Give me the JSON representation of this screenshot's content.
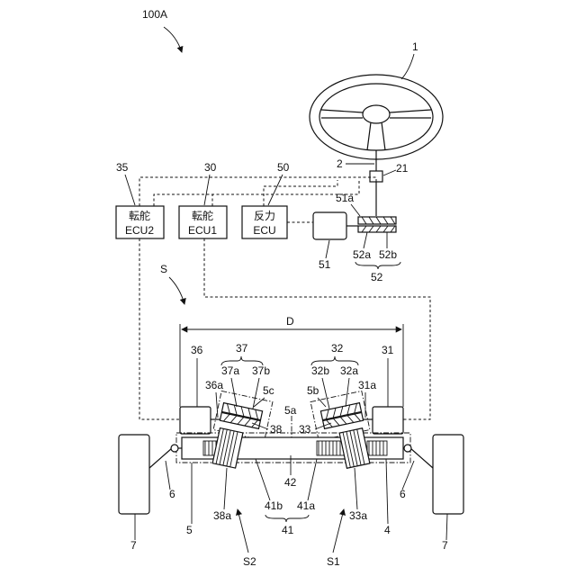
{
  "figure": {
    "title": "100A",
    "labels": {
      "l1": "1",
      "l2": "2",
      "l21": "21",
      "l35": "35",
      "l30": "30",
      "l50": "50",
      "l51a": "51a",
      "l51": "51",
      "l52a": "52a",
      "l52b": "52b",
      "l52": "52",
      "lS": "S",
      "lD": "D",
      "l36": "36",
      "l37": "37",
      "l37a": "37a",
      "l37b": "37b",
      "l36a": "36a",
      "l5c": "5c",
      "l32": "32",
      "l31": "31",
      "l32b": "32b",
      "l32a": "32a",
      "l5b": "5b",
      "l31a": "31a",
      "l5a": "5a",
      "l38": "38",
      "l33": "33",
      "l42": "42",
      "l41b": "41b",
      "l41a": "41a",
      "l41": "41",
      "l6L": "6",
      "l6R": "6",
      "l7L": "7",
      "l7R": "7",
      "l5": "5",
      "l38a": "38a",
      "l33a": "33a",
      "l4": "4",
      "lS2": "S2",
      "lS1": "S1"
    },
    "boxes": {
      "ecu2": {
        "line1": "転舵",
        "line2": "ECU2"
      },
      "ecu1": {
        "line1": "転舵",
        "line2": "ECU1"
      },
      "reaction": {
        "line1": "反力",
        "line2": "ECU"
      }
    }
  }
}
